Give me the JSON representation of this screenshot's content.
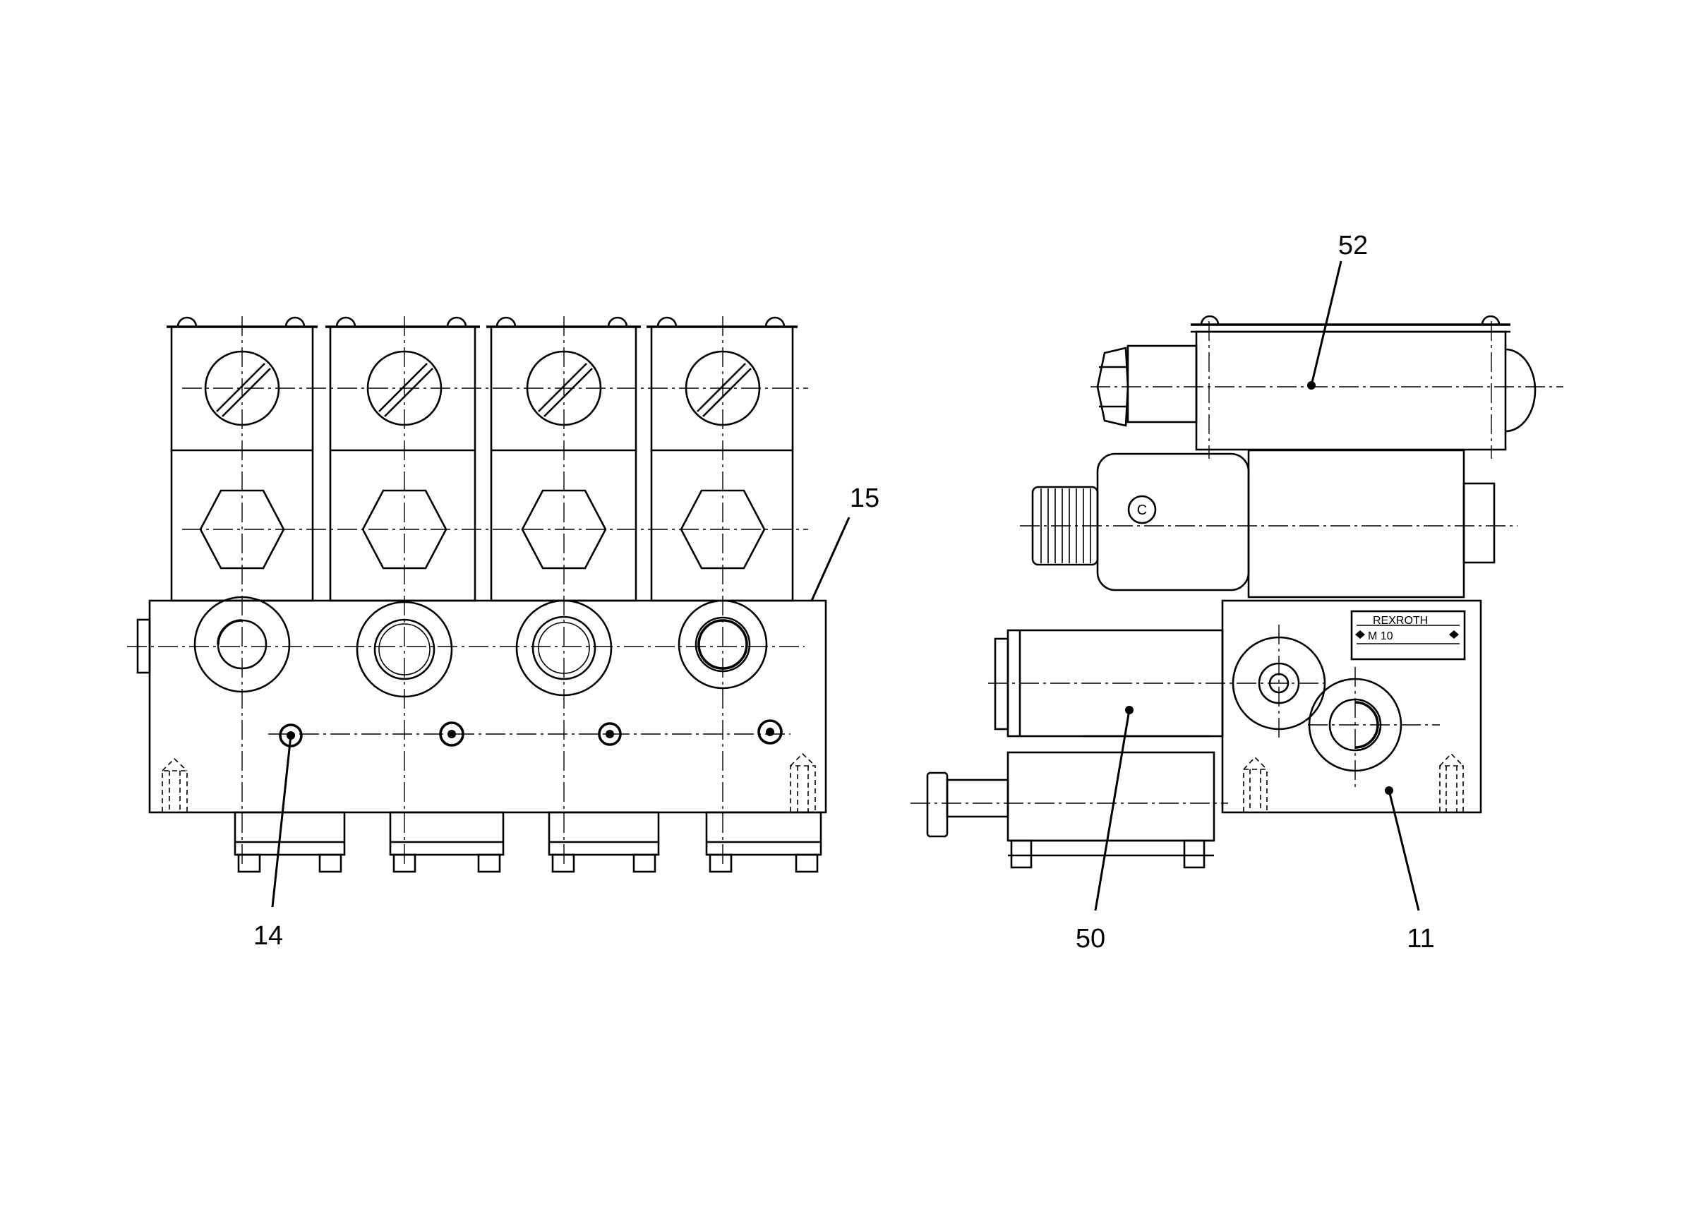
{
  "callouts": {
    "c14": "14",
    "c15": "15",
    "c52": "52",
    "c50": "50",
    "c11": "11"
  },
  "nameplate": {
    "brand": "REXROTH",
    "model": "M 10"
  },
  "coil_mark": "C"
}
